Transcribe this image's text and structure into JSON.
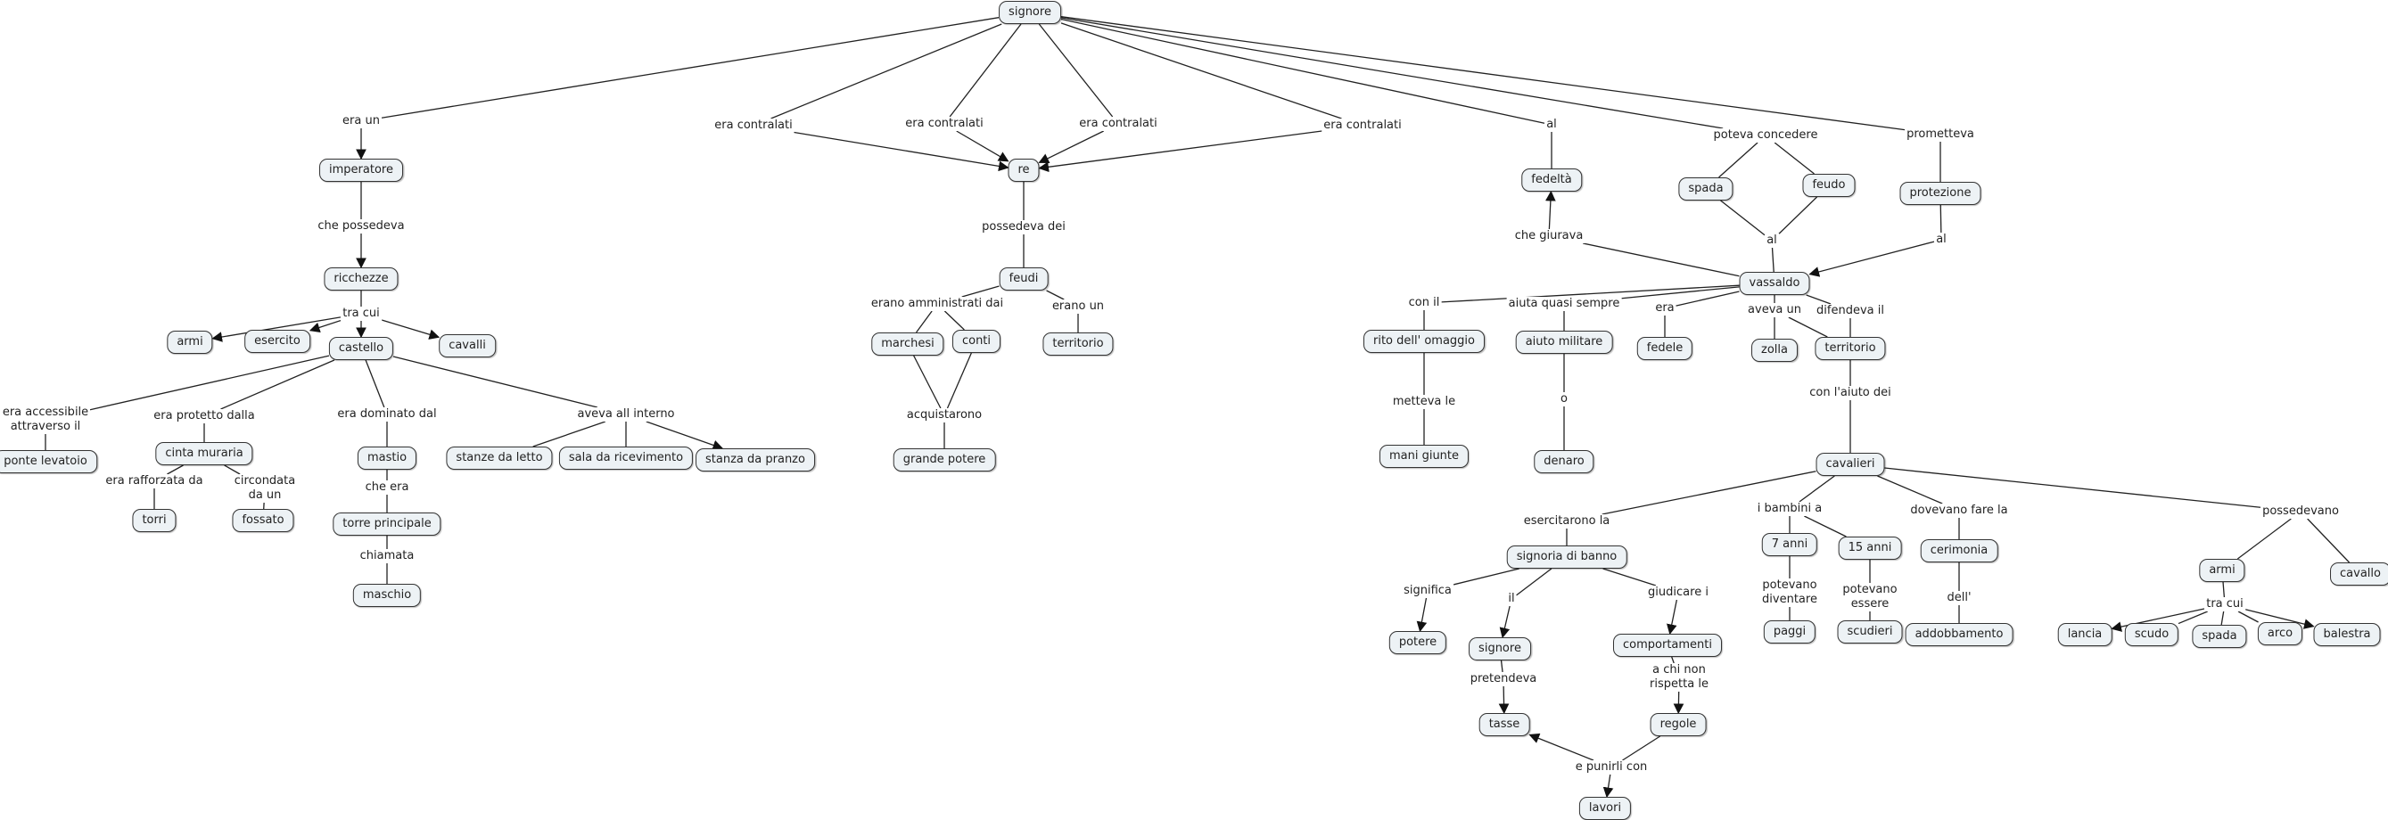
{
  "title": "signore concept map",
  "colors": {
    "node_fill": "#edf2f5",
    "node_border": "#333333",
    "line": "#222222",
    "background": "#ffffff"
  },
  "concepts": [
    {
      "id": "signore",
      "label": "signore"
    },
    {
      "id": "imperatore",
      "label": "imperatore"
    },
    {
      "id": "ricchezze",
      "label": "ricchezze"
    },
    {
      "id": "armi",
      "label": "armi"
    },
    {
      "id": "esercito",
      "label": "esercito"
    },
    {
      "id": "castello",
      "label": "castello"
    },
    {
      "id": "cavalli",
      "label": "cavalli"
    },
    {
      "id": "ponte",
      "label": "ponte levatoio"
    },
    {
      "id": "cinta",
      "label": "cinta muraria"
    },
    {
      "id": "torri",
      "label": "torri"
    },
    {
      "id": "fossato",
      "label": "fossato"
    },
    {
      "id": "mastio",
      "label": "mastio"
    },
    {
      "id": "torre",
      "label": "torre principale"
    },
    {
      "id": "maschio",
      "label": "maschio"
    },
    {
      "id": "stanze",
      "label": "stanze da letto"
    },
    {
      "id": "sala",
      "label": "sala da ricevimento"
    },
    {
      "id": "pranzo",
      "label": "stanza da pranzo"
    },
    {
      "id": "re",
      "label": "re"
    },
    {
      "id": "feudi",
      "label": "feudi"
    },
    {
      "id": "marchesi",
      "label": "marchesi"
    },
    {
      "id": "conti",
      "label": "conti"
    },
    {
      "id": "territorio1",
      "label": "territorio"
    },
    {
      "id": "grandepotere",
      "label": "grande potere"
    },
    {
      "id": "fedelta",
      "label": "fedeltà"
    },
    {
      "id": "spada1",
      "label": "spada"
    },
    {
      "id": "feudo",
      "label": "feudo"
    },
    {
      "id": "protezione",
      "label": "protezione"
    },
    {
      "id": "vassaldo",
      "label": "vassaldo"
    },
    {
      "id": "rito",
      "label": "rito dell' omaggio"
    },
    {
      "id": "aiuto",
      "label": "aiuto militare"
    },
    {
      "id": "fedele",
      "label": "fedele"
    },
    {
      "id": "zolla",
      "label": "zolla"
    },
    {
      "id": "territorio2",
      "label": "territorio"
    },
    {
      "id": "mani",
      "label": "mani giunte"
    },
    {
      "id": "denaro",
      "label": "denaro"
    },
    {
      "id": "cavalieri",
      "label": "cavalieri"
    },
    {
      "id": "signoria",
      "label": "signoria di banno"
    },
    {
      "id": "anni7",
      "label": "7 anni"
    },
    {
      "id": "anni15",
      "label": "15 anni"
    },
    {
      "id": "cerimonia",
      "label": "cerimonia"
    },
    {
      "id": "paggi",
      "label": "paggi"
    },
    {
      "id": "scudieri",
      "label": "scudieri"
    },
    {
      "id": "addobbamento",
      "label": "addobbamento"
    },
    {
      "id": "armi2",
      "label": "armi"
    },
    {
      "id": "cavallo",
      "label": "cavallo"
    },
    {
      "id": "lancia",
      "label": "lancia"
    },
    {
      "id": "scudo",
      "label": "scudo"
    },
    {
      "id": "spada2",
      "label": "spada"
    },
    {
      "id": "arco",
      "label": "arco"
    },
    {
      "id": "balestra",
      "label": "balestra"
    },
    {
      "id": "potere",
      "label": "potere"
    },
    {
      "id": "signore2",
      "label": "signore"
    },
    {
      "id": "comportamenti",
      "label": "comportamenti"
    },
    {
      "id": "tasse",
      "label": "tasse"
    },
    {
      "id": "regole",
      "label": "regole"
    },
    {
      "id": "lavori",
      "label": "lavori"
    }
  ],
  "linking_phrases": [
    {
      "id": "l_eraun",
      "label": "era un"
    },
    {
      "id": "l_chepossedeva",
      "label": "che possedeva"
    },
    {
      "id": "l_tracui1",
      "label": "tra cui"
    },
    {
      "id": "l_accessibile",
      "label": "era accessibile\nattraverso il"
    },
    {
      "id": "l_protetto",
      "label": "era protetto dalla"
    },
    {
      "id": "l_rafforzata",
      "label": "era rafforzata da"
    },
    {
      "id": "l_circondata",
      "label": "circondata\nda un"
    },
    {
      "id": "l_dominato",
      "label": "era dominato dal"
    },
    {
      "id": "l_cheera",
      "label": "che era"
    },
    {
      "id": "l_chiamata",
      "label": "chiamata"
    },
    {
      "id": "l_interno",
      "label": "aveva all interno"
    },
    {
      "id": "l_contr1",
      "label": "era contralati"
    },
    {
      "id": "l_contr2",
      "label": "era contralati"
    },
    {
      "id": "l_contr3",
      "label": "era contralati"
    },
    {
      "id": "l_contr4",
      "label": "era contralati"
    },
    {
      "id": "l_possedevadei",
      "label": "possedeva dei"
    },
    {
      "id": "l_amministrati",
      "label": "erano amministrati dai"
    },
    {
      "id": "l_eranoun",
      "label": "erano un"
    },
    {
      "id": "l_acquistarono",
      "label": "acquistarono"
    },
    {
      "id": "l_al1",
      "label": "al"
    },
    {
      "id": "l_poteva",
      "label": "poteva concedere"
    },
    {
      "id": "l_prometteva",
      "label": "prometteva"
    },
    {
      "id": "l_al2",
      "label": "al"
    },
    {
      "id": "l_al3",
      "label": "al"
    },
    {
      "id": "l_giurava",
      "label": "che giurava"
    },
    {
      "id": "l_conil",
      "label": "con il"
    },
    {
      "id": "l_aiuta",
      "label": "aiuta quasi sempre"
    },
    {
      "id": "l_era",
      "label": "era"
    },
    {
      "id": "l_avevaun",
      "label": "aveva un"
    },
    {
      "id": "l_difendeva",
      "label": "difendeva il"
    },
    {
      "id": "l_metteva",
      "label": "metteva le"
    },
    {
      "id": "l_o",
      "label": "o"
    },
    {
      "id": "l_aiutodei",
      "label": "con l'aiuto dei"
    },
    {
      "id": "l_esercitarono",
      "label": "esercitarono la"
    },
    {
      "id": "l_bambini",
      "label": "i bambini a"
    },
    {
      "id": "l_dovevano",
      "label": "dovevano fare la"
    },
    {
      "id": "l_possedevano",
      "label": "possedevano"
    },
    {
      "id": "l_diventare",
      "label": "potevano\ndiventare"
    },
    {
      "id": "l_essere",
      "label": "potevano\nessere"
    },
    {
      "id": "l_dell",
      "label": "dell'"
    },
    {
      "id": "l_tracui2",
      "label": "tra cui"
    },
    {
      "id": "l_significa",
      "label": "significa"
    },
    {
      "id": "l_il",
      "label": "il"
    },
    {
      "id": "l_giudicare",
      "label": "giudicare i"
    },
    {
      "id": "l_pretendeva",
      "label": "pretendeva"
    },
    {
      "id": "l_achinon",
      "label": "a chi non\nrispetta le"
    },
    {
      "id": "l_punirli",
      "label": "e punirli con"
    }
  ],
  "connections": [
    [
      "signore",
      "l_eraun",
      0
    ],
    [
      "l_eraun",
      "imperatore",
      1
    ],
    [
      "imperatore",
      "l_chepossedeva",
      0
    ],
    [
      "l_chepossedeva",
      "ricchezze",
      1
    ],
    [
      "ricchezze",
      "l_tracui1",
      0
    ],
    [
      "l_tracui1",
      "armi",
      1
    ],
    [
      "l_tracui1",
      "esercito",
      1
    ],
    [
      "l_tracui1",
      "castello",
      1
    ],
    [
      "l_tracui1",
      "cavalli",
      1
    ],
    [
      "castello",
      "l_accessibile",
      0
    ],
    [
      "l_accessibile",
      "ponte",
      0
    ],
    [
      "castello",
      "l_protetto",
      0
    ],
    [
      "l_protetto",
      "cinta",
      0
    ],
    [
      "cinta",
      "l_rafforzata",
      0
    ],
    [
      "l_rafforzata",
      "torri",
      0
    ],
    [
      "cinta",
      "l_circondata",
      0
    ],
    [
      "l_circondata",
      "fossato",
      0
    ],
    [
      "castello",
      "l_dominato",
      0
    ],
    [
      "l_dominato",
      "mastio",
      0
    ],
    [
      "mastio",
      "l_cheera",
      0
    ],
    [
      "l_cheera",
      "torre",
      0
    ],
    [
      "torre",
      "l_chiamata",
      0
    ],
    [
      "l_chiamata",
      "maschio",
      0
    ],
    [
      "castello",
      "l_interno",
      0
    ],
    [
      "l_interno",
      "stanze",
      0
    ],
    [
      "l_interno",
      "sala",
      0
    ],
    [
      "l_interno",
      "pranzo",
      1
    ],
    [
      "signore",
      "l_contr1",
      0
    ],
    [
      "l_contr1",
      "re",
      1
    ],
    [
      "signore",
      "l_contr2",
      0
    ],
    [
      "l_contr2",
      "re",
      1
    ],
    [
      "signore",
      "l_contr3",
      0
    ],
    [
      "l_contr3",
      "re",
      1
    ],
    [
      "signore",
      "l_contr4",
      0
    ],
    [
      "l_contr4",
      "re",
      1
    ],
    [
      "re",
      "l_possedevadei",
      0
    ],
    [
      "l_possedevadei",
      "feudi",
      0
    ],
    [
      "feudi",
      "l_amministrati",
      0
    ],
    [
      "l_amministrati",
      "marchesi",
      0
    ],
    [
      "l_amministrati",
      "conti",
      0
    ],
    [
      "feudi",
      "l_eranoun",
      0
    ],
    [
      "l_eranoun",
      "territorio1",
      0
    ],
    [
      "marchesi",
      "l_acquistarono",
      0
    ],
    [
      "conti",
      "l_acquistarono",
      0
    ],
    [
      "l_acquistarono",
      "grandepotere",
      0
    ],
    [
      "signore",
      "l_al1",
      0
    ],
    [
      "l_al1",
      "fedelta",
      0
    ],
    [
      "signore",
      "l_poteva",
      0
    ],
    [
      "l_poteva",
      "spada1",
      0
    ],
    [
      "l_poteva",
      "feudo",
      0
    ],
    [
      "signore",
      "l_prometteva",
      0
    ],
    [
      "l_prometteva",
      "protezione",
      0
    ],
    [
      "spada1",
      "l_al2",
      0
    ],
    [
      "feudo",
      "l_al2",
      0
    ],
    [
      "l_al2",
      "vassaldo",
      0
    ],
    [
      "protezione",
      "l_al3",
      0
    ],
    [
      "l_al3",
      "vassaldo",
      1
    ],
    [
      "vassaldo",
      "l_giurava",
      0
    ],
    [
      "l_giurava",
      "fedelta",
      1
    ],
    [
      "vassaldo",
      "l_conil",
      0
    ],
    [
      "l_conil",
      "rito",
      0
    ],
    [
      "vassaldo",
      "l_aiuta",
      0
    ],
    [
      "l_aiuta",
      "aiuto",
      0
    ],
    [
      "vassaldo",
      "l_era",
      0
    ],
    [
      "l_era",
      "fedele",
      0
    ],
    [
      "vassaldo",
      "l_avevaun",
      0
    ],
    [
      "l_avevaun",
      "zolla",
      0
    ],
    [
      "l_avevaun",
      "territorio2",
      0
    ],
    [
      "vassaldo",
      "l_difendeva",
      0
    ],
    [
      "l_difendeva",
      "territorio2",
      0
    ],
    [
      "rito",
      "l_metteva",
      0
    ],
    [
      "l_metteva",
      "mani",
      0
    ],
    [
      "aiuto",
      "l_o",
      0
    ],
    [
      "l_o",
      "denaro",
      0
    ],
    [
      "territorio2",
      "l_aiutodei",
      0
    ],
    [
      "l_aiutodei",
      "cavalieri",
      0
    ],
    [
      "cavalieri",
      "l_esercitarono",
      0
    ],
    [
      "l_esercitarono",
      "signoria",
      0
    ],
    [
      "cavalieri",
      "l_bambini",
      0
    ],
    [
      "l_bambini",
      "anni7",
      0
    ],
    [
      "l_bambini",
      "anni15",
      0
    ],
    [
      "cavalieri",
      "l_dovevano",
      0
    ],
    [
      "l_dovevano",
      "cerimonia",
      0
    ],
    [
      "cavalieri",
      "l_possedevano",
      0
    ],
    [
      "l_possedevano",
      "armi2",
      0
    ],
    [
      "l_possedevano",
      "cavallo",
      0
    ],
    [
      "anni7",
      "l_diventare",
      0
    ],
    [
      "l_diventare",
      "paggi",
      0
    ],
    [
      "anni15",
      "l_essere",
      0
    ],
    [
      "l_essere",
      "scudieri",
      0
    ],
    [
      "cerimonia",
      "l_dell",
      0
    ],
    [
      "l_dell",
      "addobbamento",
      0
    ],
    [
      "armi2",
      "l_tracui2",
      0
    ],
    [
      "l_tracui2",
      "lancia",
      1
    ],
    [
      "l_tracui2",
      "scudo",
      0
    ],
    [
      "l_tracui2",
      "spada2",
      0
    ],
    [
      "l_tracui2",
      "arco",
      0
    ],
    [
      "l_tracui2",
      "balestra",
      1
    ],
    [
      "signoria",
      "l_significa",
      0
    ],
    [
      "l_significa",
      "potere",
      1
    ],
    [
      "signoria",
      "l_il",
      0
    ],
    [
      "l_il",
      "signore2",
      1
    ],
    [
      "signoria",
      "l_giudicare",
      0
    ],
    [
      "l_giudicare",
      "comportamenti",
      1
    ],
    [
      "signore2",
      "l_pretendeva",
      0
    ],
    [
      "l_pretendeva",
      "tasse",
      1
    ],
    [
      "comportamenti",
      "l_achinon",
      0
    ],
    [
      "l_achinon",
      "regole",
      1
    ],
    [
      "regole",
      "l_punirli",
      0
    ],
    [
      "l_punirli",
      "tasse",
      1
    ],
    [
      "l_punirli",
      "lavori",
      1
    ]
  ]
}
